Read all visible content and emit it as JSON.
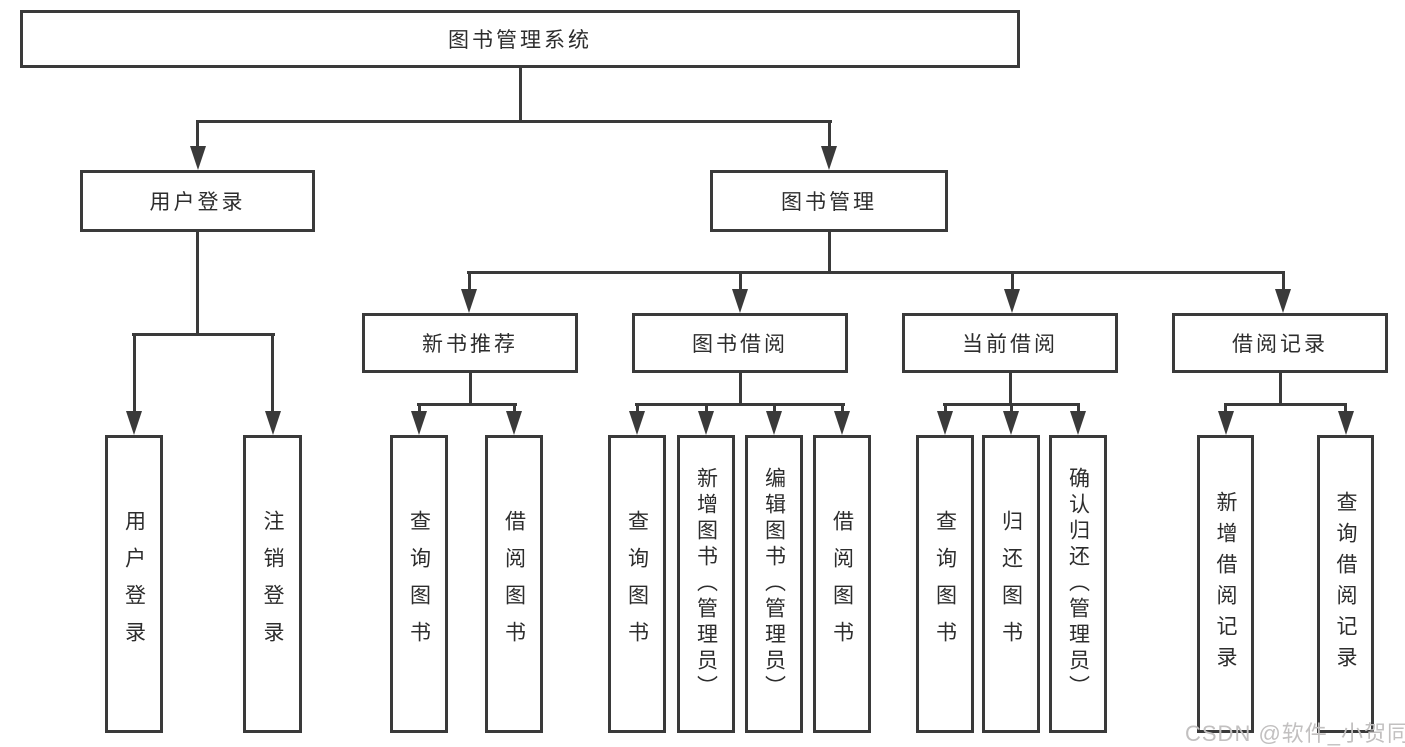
{
  "diagram": {
    "root": {
      "label": "图书管理系统"
    },
    "level2": [
      {
        "label": "用户登录"
      },
      {
        "label": "图书管理"
      }
    ],
    "level3": [
      {
        "label": "新书推荐"
      },
      {
        "label": "图书借阅"
      },
      {
        "label": "当前借阅"
      },
      {
        "label": "借阅记录"
      }
    ],
    "leaves": [
      {
        "label": "用户登录"
      },
      {
        "label": "注销登录"
      },
      {
        "label": "查询图书"
      },
      {
        "label": "借阅图书"
      },
      {
        "label": "查询图书"
      },
      {
        "label": "新增图书（管理员）"
      },
      {
        "label": "编辑图书（管理员）"
      },
      {
        "label": "借阅图书"
      },
      {
        "label": "查询图书"
      },
      {
        "label": "归还图书"
      },
      {
        "label": "确认归还（管理员）"
      },
      {
        "label": "新增借阅记录"
      },
      {
        "label": "查询借阅记录"
      }
    ]
  },
  "watermark": {
    "text": "CSDN @软件_小贺同学"
  },
  "colors": {
    "line": "#3a3a3a",
    "text": "#2d2d2d",
    "watermark": "#c2c0c0",
    "background": "#ffffff"
  }
}
